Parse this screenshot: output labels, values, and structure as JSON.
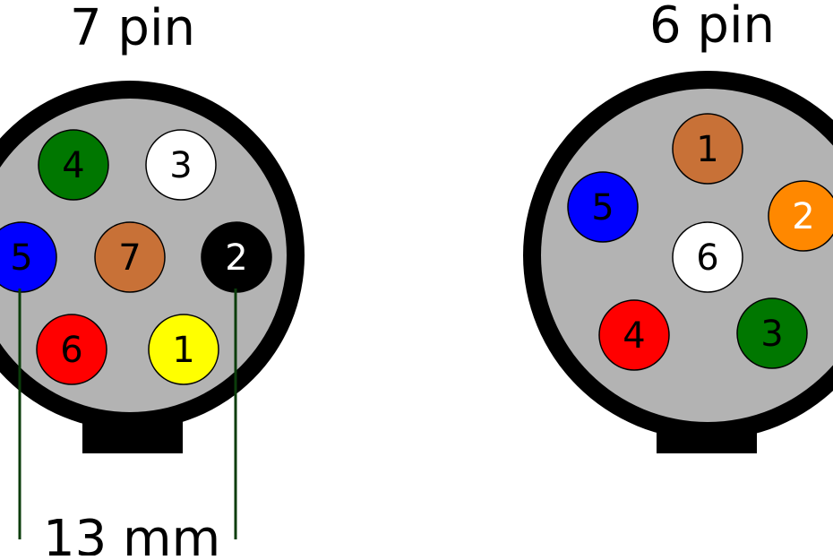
{
  "colors": {
    "background": "#ffffff",
    "connector_ring": "#000000",
    "connector_face": "#b3b3b3",
    "dimension_line": "#0b3d0b"
  },
  "connector_7pin": {
    "title": "7 pin",
    "pins": [
      {
        "label": "4",
        "color": "#007700",
        "text_color": "#000000"
      },
      {
        "label": "3",
        "color": "#ffffff",
        "text_color": "#000000"
      },
      {
        "label": "5",
        "color": "#0000ff",
        "text_color": "#000000"
      },
      {
        "label": "7",
        "color": "#c87137",
        "text_color": "#000000"
      },
      {
        "label": "2",
        "color": "#000000",
        "text_color": "#ffffff"
      },
      {
        "label": "6",
        "color": "#ff0000",
        "text_color": "#000000"
      },
      {
        "label": "1",
        "color": "#ffff00",
        "text_color": "#000000"
      }
    ]
  },
  "connector_6pin": {
    "title": "6 pin",
    "pins": [
      {
        "label": "1",
        "color": "#c87137",
        "text_color": "#000000"
      },
      {
        "label": "5",
        "color": "#0000ff",
        "text_color": "#000000"
      },
      {
        "label": "2",
        "color": "#ff8800",
        "text_color": "#ffffff"
      },
      {
        "label": "6",
        "color": "#ffffff",
        "text_color": "#000000"
      },
      {
        "label": "4",
        "color": "#ff0000",
        "text_color": "#000000"
      },
      {
        "label": "3",
        "color": "#007700",
        "text_color": "#000000"
      }
    ]
  },
  "dimension": {
    "label": "13 mm"
  }
}
